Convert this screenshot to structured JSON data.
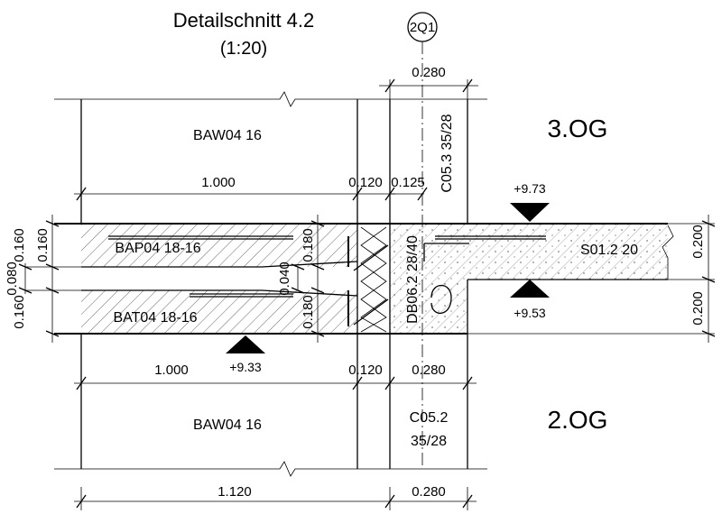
{
  "title": "Detailschnitt 4.2",
  "scale": "(1:20)",
  "axis_label": "2Q1",
  "floors": {
    "upper": "3.OG",
    "lower": "2.OG"
  },
  "levels": {
    "top": "+9.73",
    "middle": "+9.53",
    "lower": "+9.33"
  },
  "walls": {
    "upper": "BAW04 16",
    "lower": "BAW04 16"
  },
  "slabs": {
    "upper_left": "BAP04 18-16",
    "lower_left": "BAT04 18-16",
    "right": "S01.2 20",
    "beam": "DB06.2 28/40"
  },
  "columns": {
    "upper": "C05.3 35/28",
    "lower_line1": "C05.2",
    "lower_line2": "35/28"
  },
  "dimensions": {
    "top_280": "0.280",
    "d_1000_upper": "1.000",
    "d_120_upper": "0.120",
    "d_125": "0.125",
    "d_1000_lower": "1.000",
    "d_120_lower": "0.120",
    "d_280_mid": "0.280",
    "d_1120": "1.120",
    "d_280_bottom": "0.280",
    "left_160_a": "0.160",
    "left_160_b": "0.160",
    "left_080": "0.080",
    "left_160_c": "0.160",
    "inner_180_a": "0.180",
    "inner_040": "0.040",
    "inner_180_b": "0.180",
    "right_200_a": "0.200",
    "right_200_b": "0.200"
  }
}
